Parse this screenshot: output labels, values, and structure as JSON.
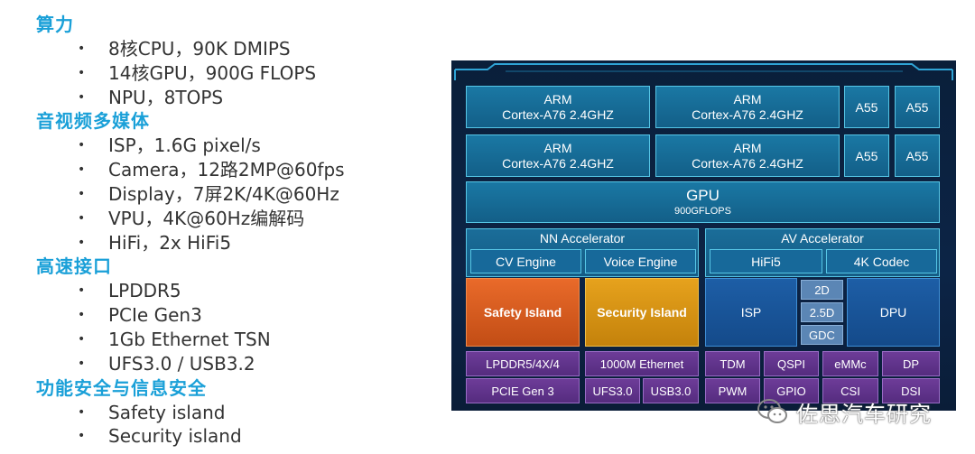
{
  "sections": [
    {
      "title": "算力",
      "items": [
        "8核CPU，90K DMIPS",
        "14核GPU，900G FLOPS",
        "NPU，8TOPS"
      ]
    },
    {
      "title": "音视频多媒体",
      "items": [
        "ISP，1.6G pixel/s",
        "Camera，12路2MP@60fps",
        "Display，7屏2K/4K@60Hz",
        "VPU，4K@60Hz编解码",
        "HiFi，2x HiFi5"
      ]
    },
    {
      "title": "高速接口",
      "items": [
        "LPDDR5",
        "PCIe Gen3",
        "1Gb Ethernet TSN",
        "UFS3.0 / USB3.2"
      ]
    },
    {
      "title": "功能安全与信息安全",
      "items": [
        "Safety island",
        "Security island"
      ]
    }
  ],
  "bullet": "•",
  "diagram": {
    "cpu": {
      "big_line1": "ARM",
      "big_line2": "Cortex-A76  2.4GHZ",
      "small": "A55"
    },
    "gpu": {
      "title": "GPU",
      "subtitle": "900GFLOPS"
    },
    "nn": {
      "title": "NN Accelerator",
      "left": "CV  Engine",
      "right": "Voice Engine"
    },
    "av": {
      "title": "AV Accelerator",
      "left": "HiFi5",
      "right": "4K Codec"
    },
    "safety": "Safety Island",
    "security": "Security Island",
    "isp": "ISP",
    "mid": [
      "2D",
      "2.5D",
      "GDC"
    ],
    "dpu": "DPU",
    "io_row1": [
      "LPDDR5/4X/4",
      "1000M Ethernet",
      "TDM",
      "QSPI",
      "eMMc",
      "DP"
    ],
    "io_row2": [
      "PCIE Gen 3",
      "UFS3.0",
      "USB3.0",
      "PWM",
      "GPIO",
      "CSI",
      "DSI"
    ],
    "colors": {
      "accent": "#1aa0d8",
      "safety": "#d85a1f",
      "security": "#d99214",
      "purple": "#6d3c98"
    }
  },
  "watermark": "佐思汽车研究"
}
